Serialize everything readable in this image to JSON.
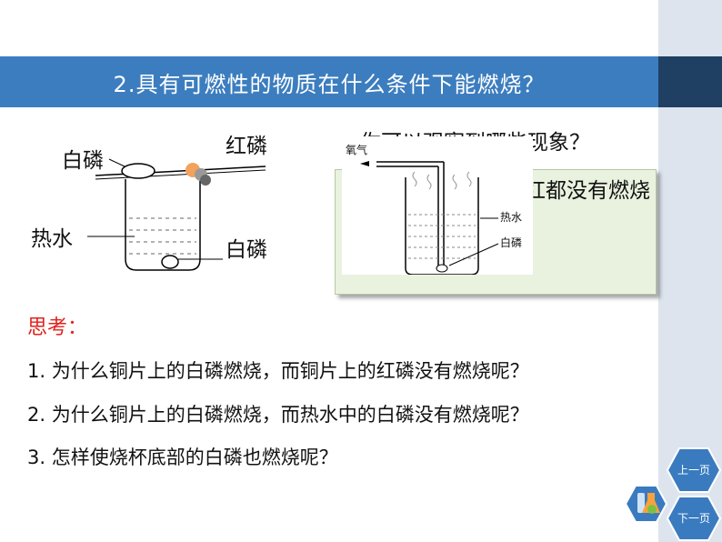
{
  "title": "2.具有可燃性的物质在什么条件下能燃烧？",
  "diagram1": {
    "label_white_p_top": "白磷",
    "label_red_p": "红磷",
    "label_hot_water": "热水",
    "label_white_p_bottom": "白磷"
  },
  "question": "你可以观察到哪些现象？",
  "popup_text": "烧，产生大片上的红都没有燃烧",
  "diagram2": {
    "label_oxygen": "氧气",
    "label_hot_water": "热水",
    "label_white_p": "白磷"
  },
  "think": {
    "title": "思考：",
    "items": [
      "1. 为什么铜片上的白磷燃烧，而铜片上的红磷没有燃烧呢？",
      "2. 为什么铜片上的白磷燃烧，而热水中的白磷没有燃烧呢？",
      "3. 怎样使烧杯底部的白磷也燃烧呢？"
    ]
  },
  "nav": {
    "prev_label": "上一页",
    "next_label": "下一页"
  },
  "colors": {
    "title_bar": "#3c7dbf",
    "title_accent": "#1f3f63",
    "think_title": "#e0201b",
    "nav_hex": "#3a7bc0",
    "popup_bg": "#e9f2df"
  }
}
